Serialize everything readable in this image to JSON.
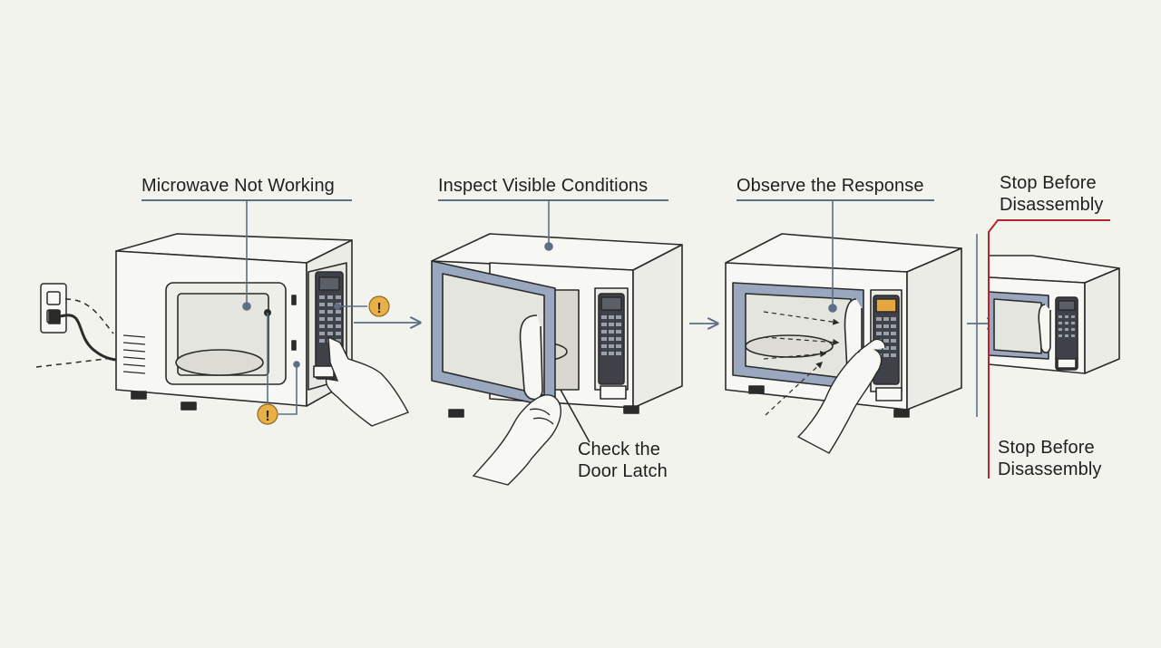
{
  "steps": [
    {
      "label": "Microwave Not Working"
    },
    {
      "label": "Inspect Visible Conditions",
      "callout": "Check the Door Latch"
    },
    {
      "label": "Observe the Response"
    },
    {
      "label": "Stop Before Disassembly"
    }
  ],
  "warning_badge": {
    "glyph": "!",
    "color": "#e8b045"
  },
  "colors": {
    "background": "#f3f3ed",
    "ink": "#2b2b2b",
    "accent_line": "#5d6f85",
    "door_blue": "#9aa8bf",
    "stop_red": "#b5262c",
    "display_amber": "#e6a640"
  },
  "icons": [
    "power-outlet-icon",
    "warning-icon",
    "arrow-right-icon",
    "hand-icon"
  ]
}
